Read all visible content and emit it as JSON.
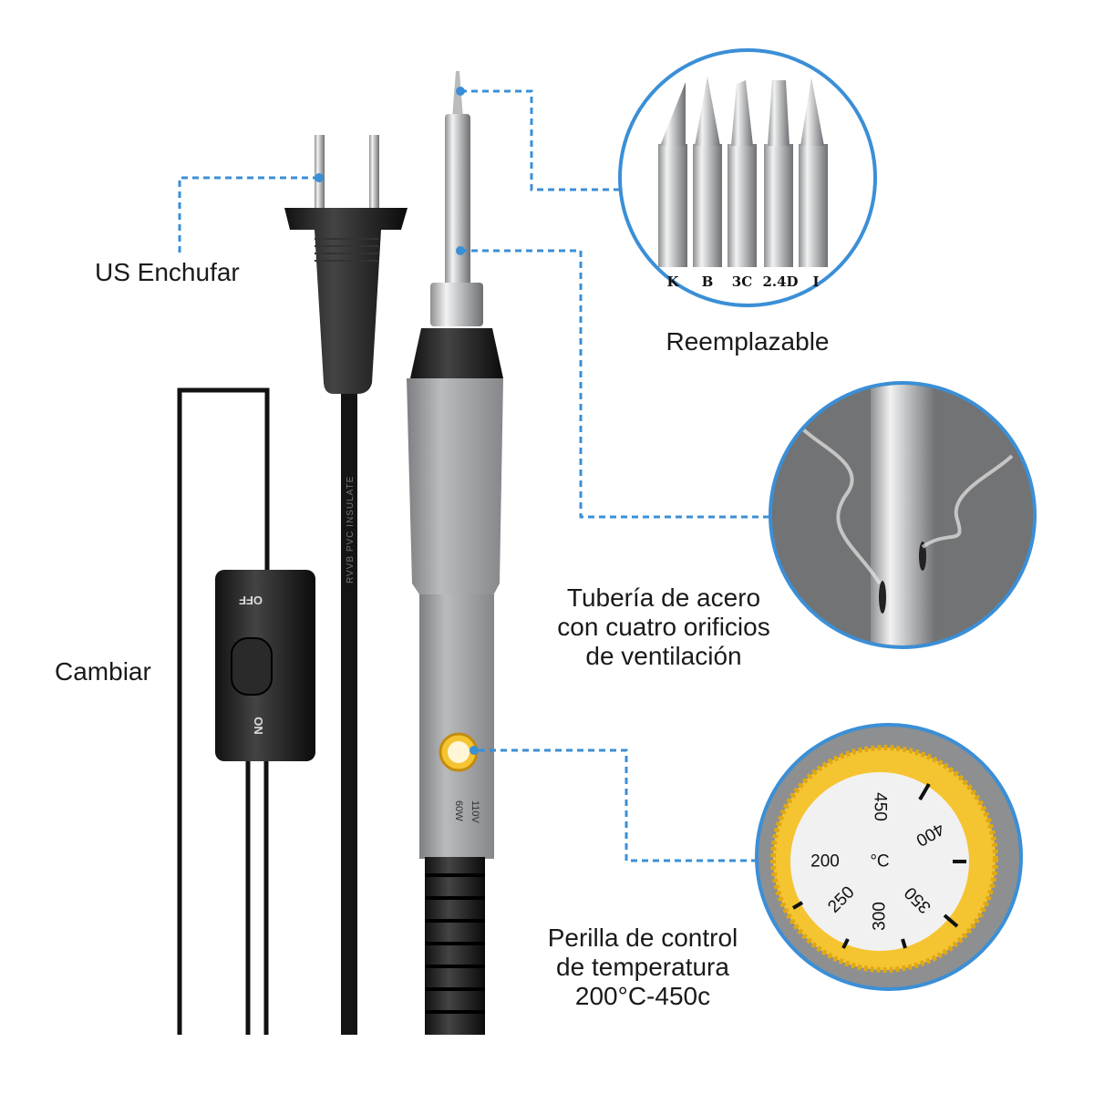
{
  "labels": {
    "plug": "US Enchufar",
    "tips": "Reemplazable",
    "tube": [
      "Tubería de acero",
      "con cuatro orificios",
      "de ventilación"
    ],
    "switch": "Cambiar",
    "knob": [
      "Perilla de control",
      "de temperatura",
      "200°C-450c"
    ]
  },
  "tip_types": [
    "K",
    "B",
    "3C",
    "2.4D",
    "I"
  ],
  "dial_values": [
    "200",
    "250",
    "300",
    "350",
    "400",
    "450",
    "°C"
  ],
  "switch_labels": {
    "off": "OFF",
    "on": "ON"
  },
  "cable_print": "RVVB   PVC   INSULATE",
  "handle_print": [
    "110V",
    "60W"
  ],
  "colors": {
    "callout": "#3b8fd6",
    "knob": "#f5c431",
    "grip": "#9a9c9e"
  }
}
